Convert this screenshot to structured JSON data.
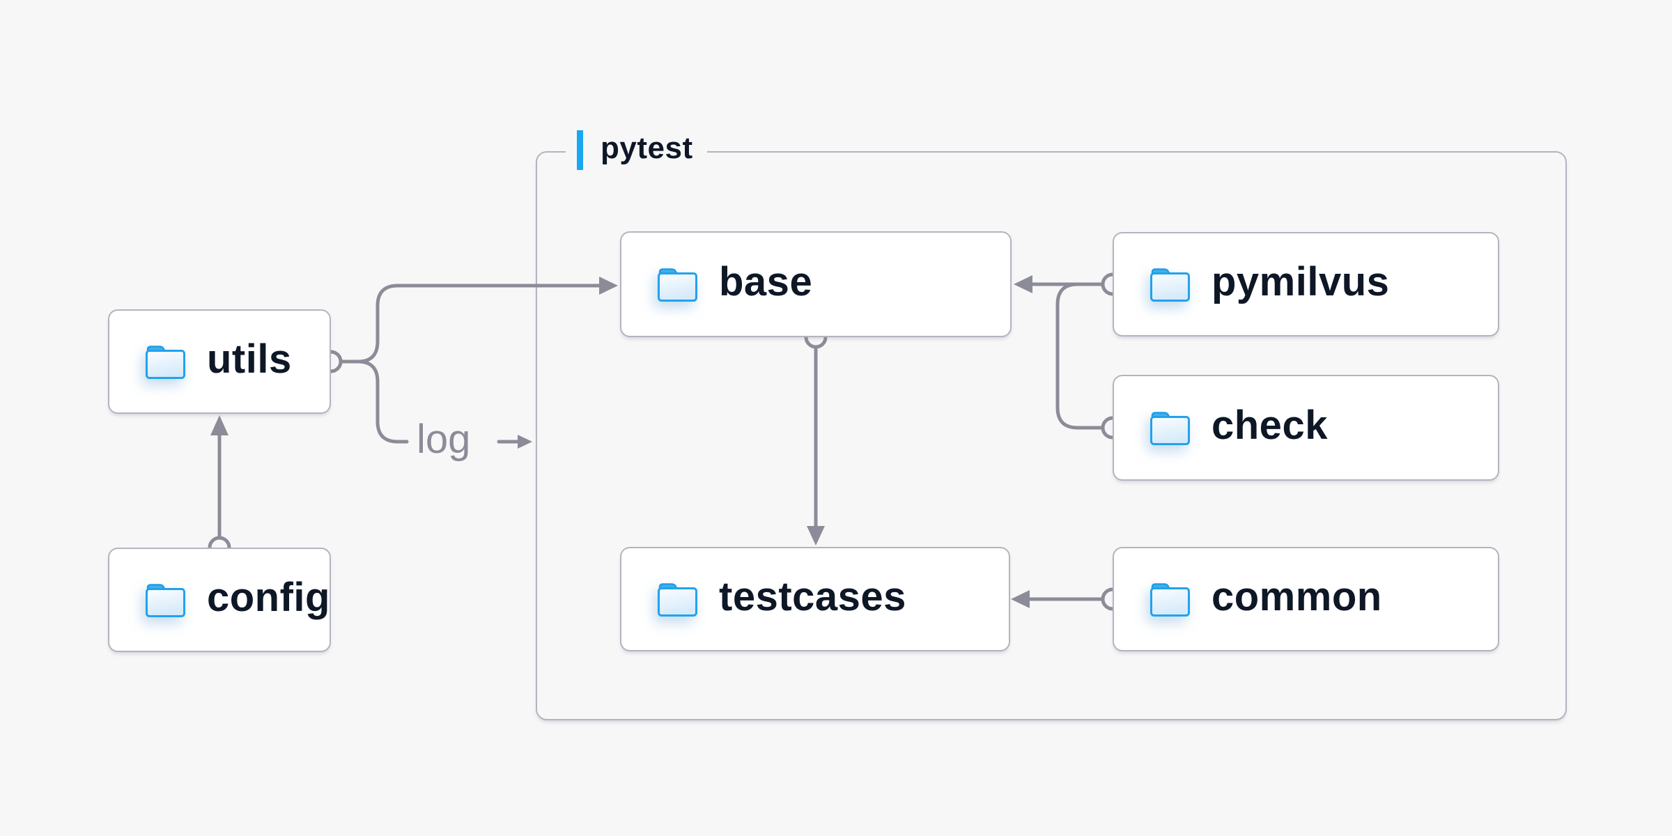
{
  "group": {
    "label": "pytest"
  },
  "nodes": {
    "utils": {
      "label": "utils",
      "icon": "folder-icon"
    },
    "config": {
      "label": "config",
      "icon": "folder-icon"
    },
    "base": {
      "label": "base",
      "icon": "folder-icon"
    },
    "pymilvus": {
      "label": "pymilvus",
      "icon": "folder-icon"
    },
    "check": {
      "label": "check",
      "icon": "folder-icon"
    },
    "testcases": {
      "label": "testcases",
      "icon": "folder-icon"
    },
    "common": {
      "label": "common",
      "icon": "folder-icon"
    }
  },
  "edges": [
    {
      "from": "config",
      "to": "utils"
    },
    {
      "from": "utils",
      "to": "base"
    },
    {
      "from": "utils",
      "to": "pytest-group",
      "label": "log"
    },
    {
      "from": "pymilvus",
      "to": "base"
    },
    {
      "from": "check",
      "to": "base"
    },
    {
      "from": "base",
      "to": "testcases"
    },
    {
      "from": "common",
      "to": "testcases"
    }
  ],
  "colors": {
    "background": "#f7f7f8",
    "node_background": "#ffffff",
    "border": "#b3b4bf",
    "connector": "#8b8c97",
    "text": "#0e1726",
    "edge_label_text": "#8b8c97",
    "accent_blue": "#18a7f0",
    "folder_blue": "#22a2ec"
  }
}
